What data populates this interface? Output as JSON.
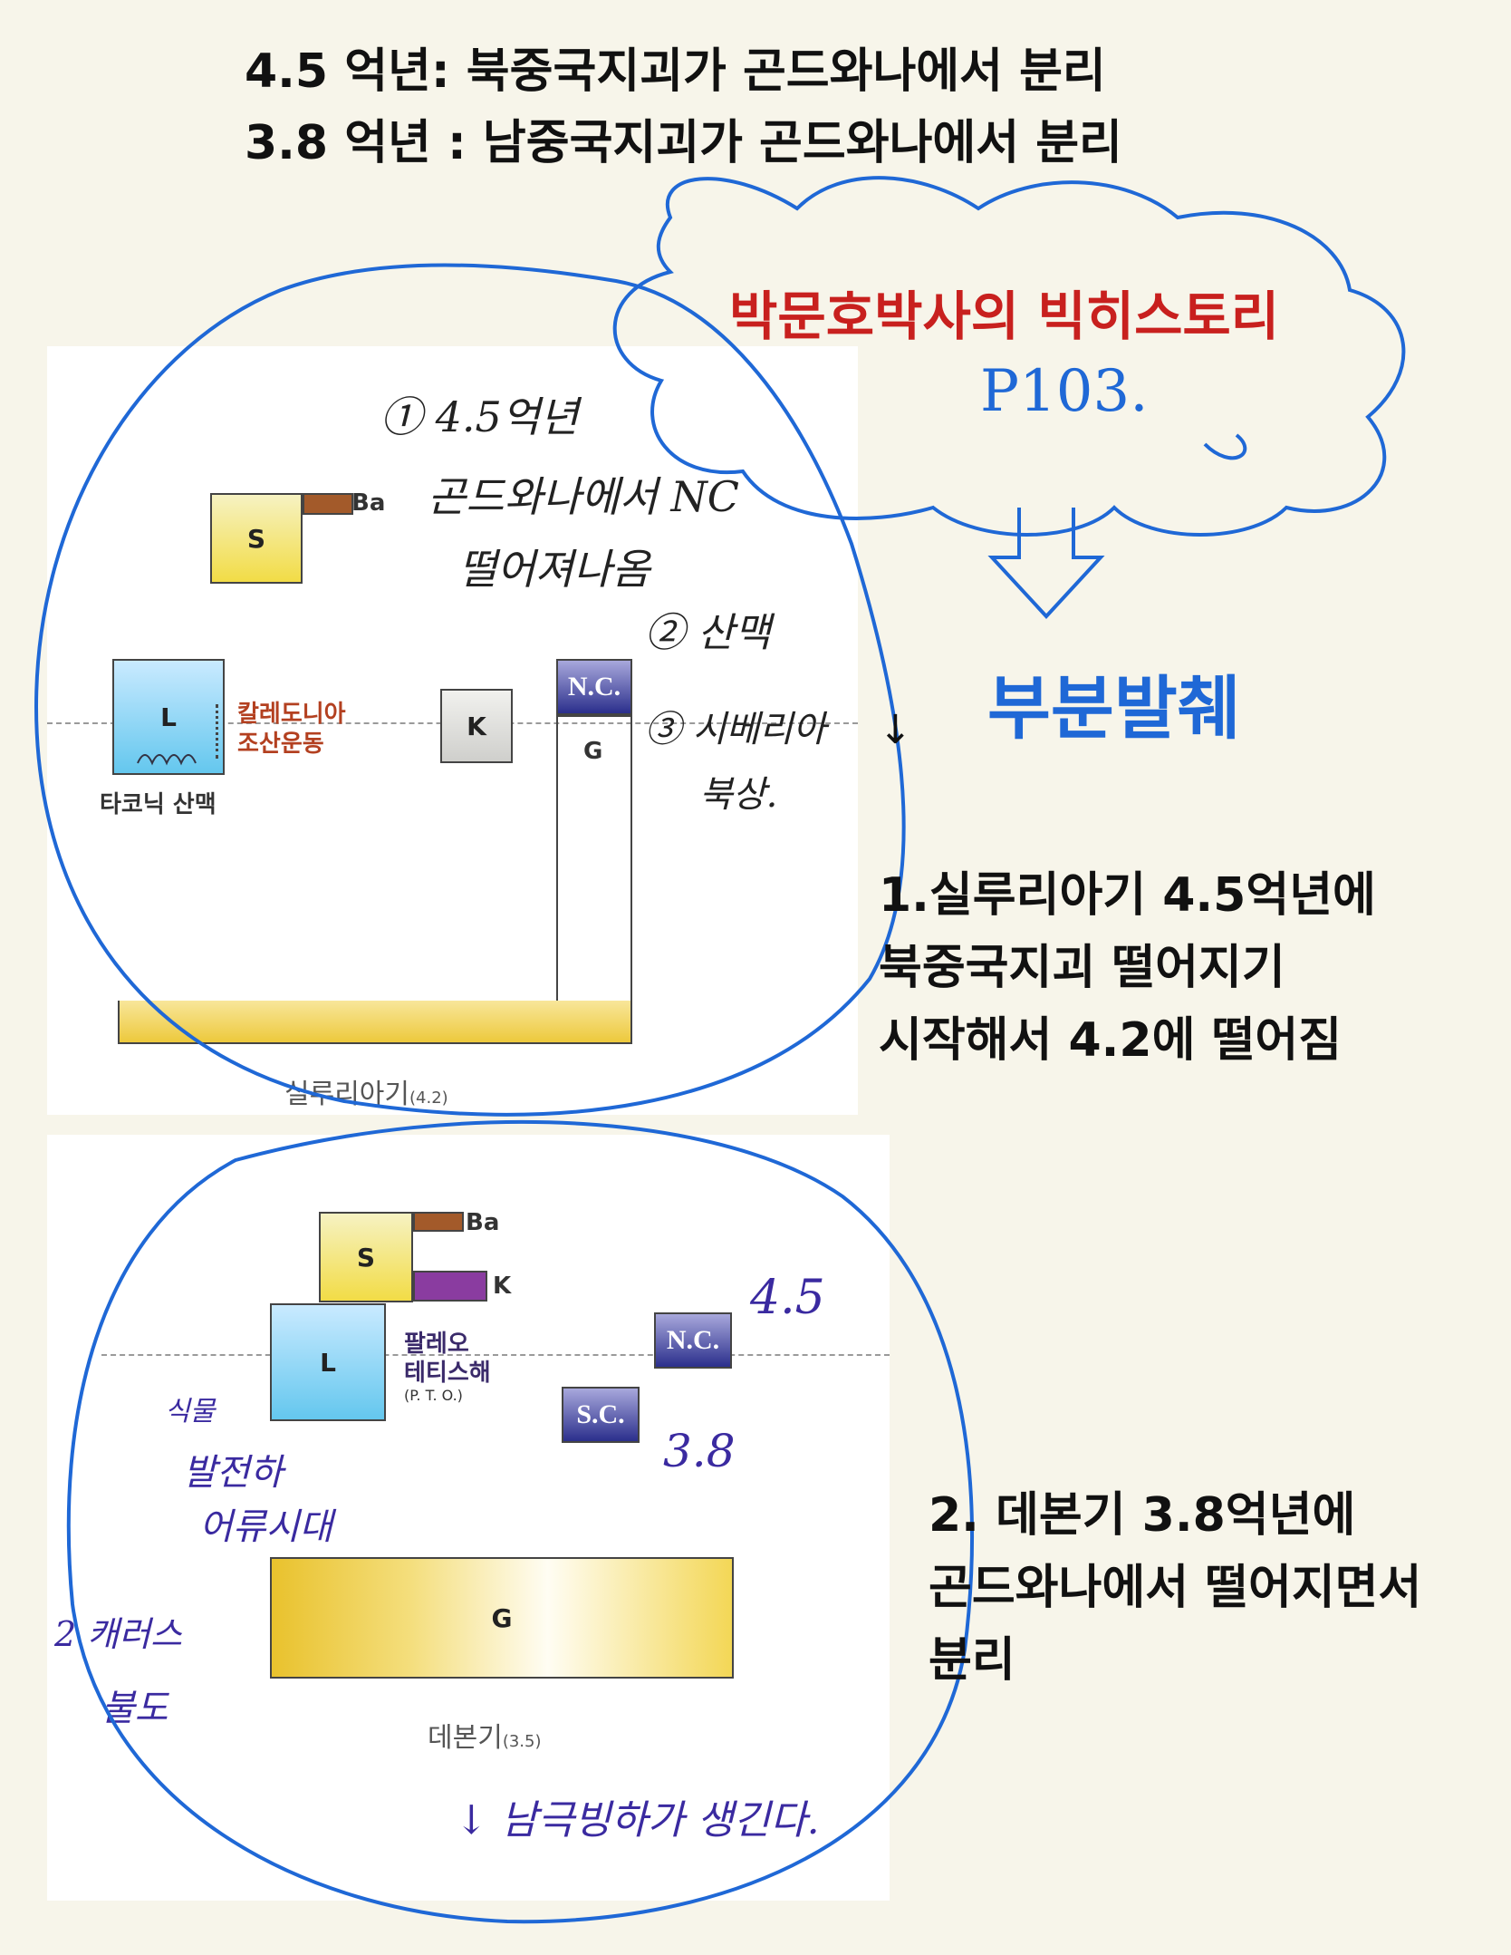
{
  "header": {
    "line1": "4.5 억년: 북중국지괴가 곤드와나에서 분리",
    "line2": "3.8 억년 : 남중국지괴가  곤드와나에서 분리"
  },
  "bubble": {
    "title": "박문호박사의 빅히스토리",
    "page_ref": "P103.",
    "handwritten_note": "부분발췌"
  },
  "colors": {
    "bubble_title": "#c8201e",
    "ink_blue": "#1f68d6",
    "note_ink": "#3a2aa0"
  },
  "panel1": {
    "labels": {
      "S": "S",
      "Ba": "Ba",
      "L": "L",
      "K": "K",
      "NC": "N.C.",
      "G": "G"
    },
    "caledonian": [
      "칼레도니아",
      "조산운동"
    ],
    "taconic": "타코닉 산맥",
    "caption_main": "실루리아기",
    "caption_sub": "(4.2)",
    "handwritten": {
      "line1": "① 4.5억년",
      "line2": "곤드와나에서 NC",
      "line3": "떨어져나옴",
      "line4": "② 산맥",
      "line5": "③ 시베리아",
      "line6": "북상."
    }
  },
  "panel2": {
    "labels": {
      "S": "S",
      "Ba": "Ba",
      "K": "K",
      "L": "L",
      "NC": "N.C.",
      "SC": "S.C.",
      "G": "G"
    },
    "paleo": [
      "팔레오",
      "테티스해",
      "(P. T. O.)"
    ],
    "caption_main": "데본기",
    "caption_sub": "(3.5)",
    "handwritten": {
      "ref_nc": "4.5",
      "ref_sc": "3.8",
      "left1": "식물",
      "left2": "발전하",
      "left3": "어류시대",
      "left4": "2 캐러스",
      "left5": "불도",
      "bottom": "↓ 남극빙하가 생긴다."
    }
  },
  "arrow_down": "↓",
  "notes": {
    "note1": [
      "1.실루리아기 4.5억년에",
      "북중국지괴 떨어지기",
      "시작해서 4.2에 떨어짐"
    ],
    "note2": [
      "2. 데본기 3.8억년에",
      "곤드와나에서 떨어지면서",
      "분리"
    ]
  }
}
